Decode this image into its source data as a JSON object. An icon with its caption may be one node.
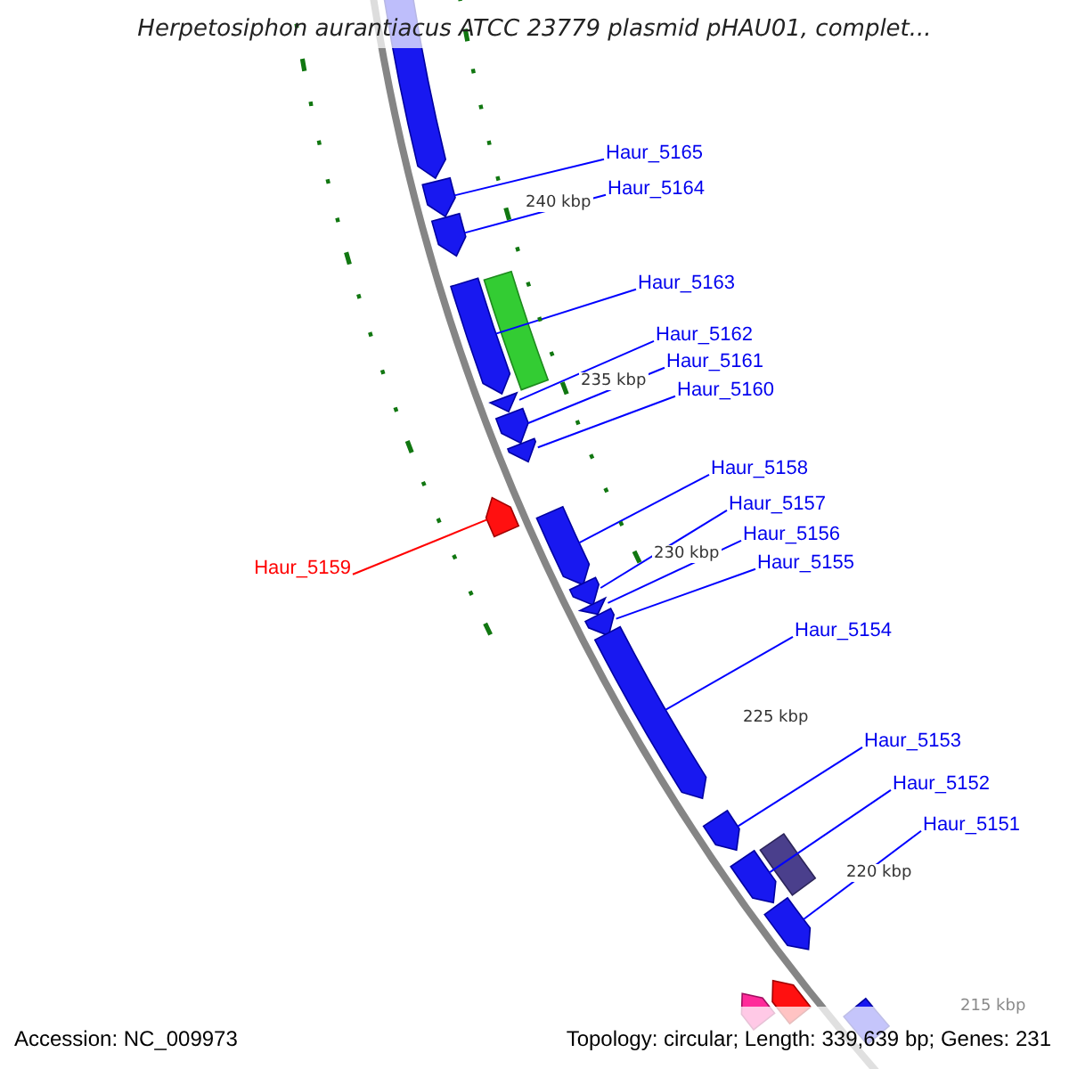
{
  "diagram": {
    "title": "Herpetosiphon aurantiacus ATCC 23779 plasmid pHAU01, complet...",
    "nodes": [
      {
        "text": [
          "Haur_5165"
        ]
      },
      {
        "text": [
          "Haur_5164"
        ]
      },
      {
        "text": [
          "Haur_5163"
        ]
      },
      {
        "text": [
          "Haur_5162"
        ]
      },
      {
        "text": [
          "Haur_5161"
        ]
      },
      {
        "text": [
          "Haur_5160"
        ]
      },
      {
        "text": [
          "Haur_5158"
        ]
      },
      {
        "text": [
          "Haur_5157"
        ]
      },
      {
        "text": [
          "Haur_5156"
        ]
      },
      {
        "text": [
          "Haur_5155"
        ]
      },
      {
        "text": [
          "Haur_5159"
        ]
      },
      {
        "text": [
          "Haur_5154"
        ]
      },
      {
        "text": [
          "Haur_5153"
        ]
      },
      {
        "text": [
          "Haur_5152"
        ]
      },
      {
        "text": [
          "Haur_5151"
        ]
      },
      {
        "text": [],
        "shape": "arrow"
      },
      {
        "text": [],
        "shape": "arrow"
      },
      {
        "text": [],
        "shape": "arrow"
      },
      {
        "text": [],
        "shape": "arrow"
      },
      {
        "text": [],
        "shape": "arrow"
      },
      {
        "text": [],
        "shape": "arrow"
      },
      {
        "text": [],
        "shape": "arrow"
      },
      {
        "text": [],
        "shape": "arrow"
      },
      {
        "text": [],
        "shape": "arrow"
      },
      {
        "text": [],
        "shape": "arrow"
      },
      {
        "text": [],
        "shape": "arrow"
      },
      {
        "text": [],
        "shape": "arrow"
      },
      {
        "text": [],
        "shape": "arrow"
      },
      {
        "text": [],
        "shape": "arrow"
      },
      {
        "text": [],
        "shape": "arrow"
      },
      {
        "text": [],
        "shape": "arrow"
      },
      {
        "text": [],
        "shape": "box"
      },
      {
        "text": [],
        "shape": "box"
      },
      {
        "text": [],
        "shape": "box"
      },
      {
        "text": [],
        "shape": "arrow"
      },
      {
        "text": [],
        "shape": "arrow"
      }
    ],
    "edges": [
      {
        "from": 0,
        "to": 15,
        "arrow": "none"
      },
      {
        "from": 1,
        "to": 16,
        "arrow": "none"
      },
      {
        "from": 2,
        "to": 17,
        "arrow": "none"
      },
      {
        "from": 3,
        "to": 18,
        "arrow": "none"
      },
      {
        "from": 4,
        "to": 19,
        "arrow": "none"
      },
      {
        "from": 5,
        "to": 20,
        "arrow": "none"
      },
      {
        "from": 6,
        "to": 22,
        "arrow": "none"
      },
      {
        "from": 7,
        "to": 23,
        "arrow": "none"
      },
      {
        "from": 8,
        "to": 24,
        "arrow": "none"
      },
      {
        "from": 9,
        "to": 25,
        "arrow": "none"
      },
      {
        "from": 10,
        "to": 21,
        "arrow": "none",
        "color": "#ff0000"
      },
      {
        "from": 11,
        "to": 26,
        "arrow": "none"
      },
      {
        "from": 12,
        "to": 27,
        "arrow": "none"
      },
      {
        "from": 13,
        "to": 28,
        "arrow": "none"
      },
      {
        "from": 14,
        "to": 29,
        "arrow": "none"
      }
    ],
    "labels": [
      "240 kbp",
      "235 kbp",
      "230 kbp",
      "225 kbp",
      "220 kbp",
      "215 kbp",
      "Accession: NC_009973",
      "Topology: circular; Length: 339,639 bp; Genes: 231"
    ]
  }
}
